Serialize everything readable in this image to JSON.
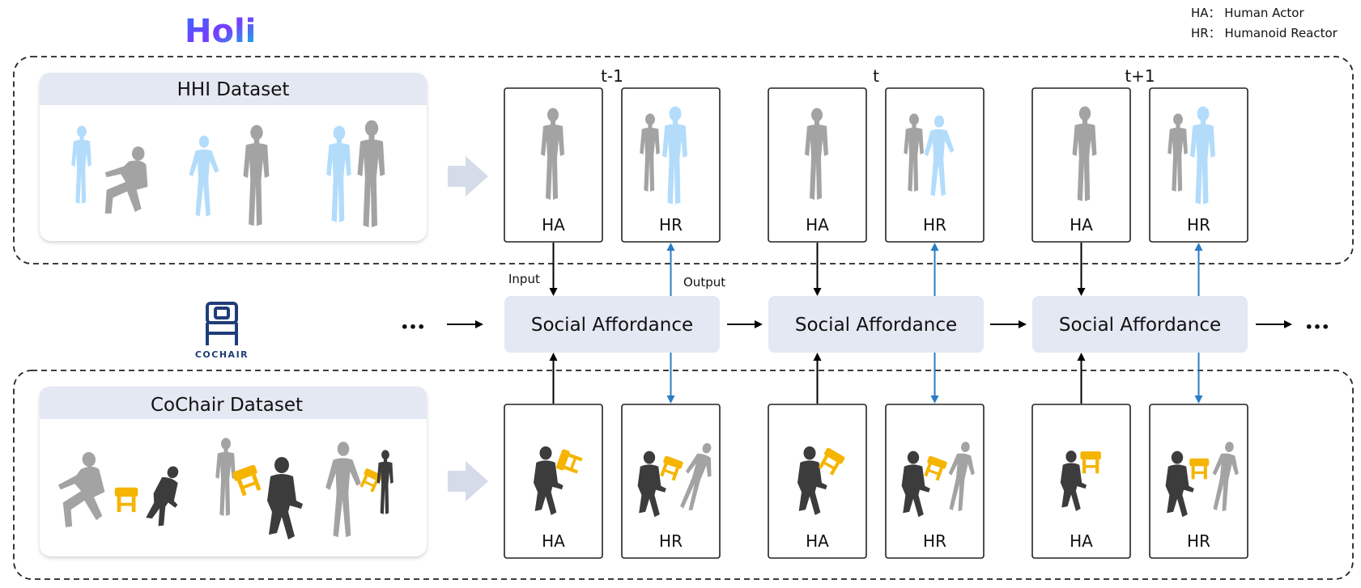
{
  "logos": {
    "top": "Holi",
    "bottom": "COCHAIR"
  },
  "legend": [
    "HA： Human Actor",
    "HR： Humanoid Reactor"
  ],
  "datasets": {
    "hhi": "HHI Dataset",
    "cochair": "CoChair Dataset"
  },
  "timesteps": [
    "t-1",
    "t",
    "t+1"
  ],
  "frame_labels": {
    "actor": "HA",
    "reactor": "HR"
  },
  "module_label": "Social Affordance",
  "arrow_labels": {
    "input": "Input",
    "output": "Output"
  },
  "ellipsis": "•••",
  "colors": {
    "human_actor": "#a3a3a3",
    "human_actor_dark": "#3c3c3c",
    "humanoid_reactor": "#b3dcfb",
    "chair": "#f5b400",
    "module_fill": "#e4e8f2",
    "output_arrow": "#2b7cc4",
    "header_fill": "#e4e8f2"
  }
}
